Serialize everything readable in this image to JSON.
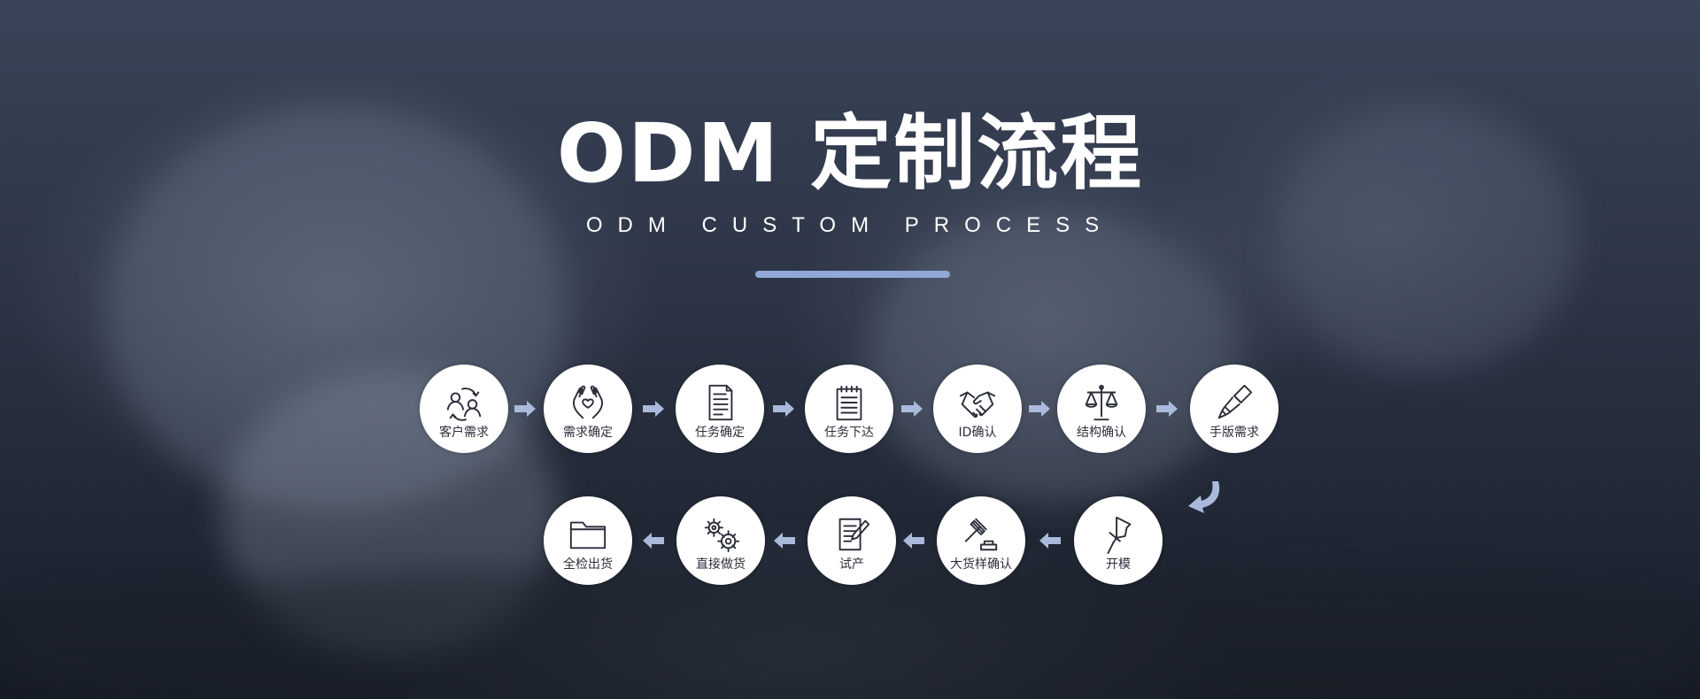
{
  "header": {
    "title": "ODM 定制流程",
    "subtitle": "ODM CUSTOM PROCESS"
  },
  "colors": {
    "accent": "#8fa8d6",
    "arrow": "#a9badb",
    "icon_stroke": "#2b2f3a"
  },
  "process": {
    "row1": [
      {
        "label": "客户需求",
        "icon": "customer-exchange-icon"
      },
      {
        "label": "需求确定",
        "icon": "hands-heart-icon"
      },
      {
        "label": "任务确定",
        "icon": "document-icon"
      },
      {
        "label": "任务下达",
        "icon": "notepad-icon"
      },
      {
        "label": "ID确认",
        "icon": "handshake-icon"
      },
      {
        "label": "结构确认",
        "icon": "scale-icon"
      },
      {
        "label": "手版需求",
        "icon": "brush-icon"
      }
    ],
    "row2": [
      {
        "label": "开模",
        "icon": "pushpin-icon"
      },
      {
        "label": "大货样确认",
        "icon": "gavel-icon"
      },
      {
        "label": "试产",
        "icon": "edit-document-icon"
      },
      {
        "label": "直接做货",
        "icon": "gears-icon"
      },
      {
        "label": "全检出货",
        "icon": "folder-icon"
      }
    ]
  }
}
